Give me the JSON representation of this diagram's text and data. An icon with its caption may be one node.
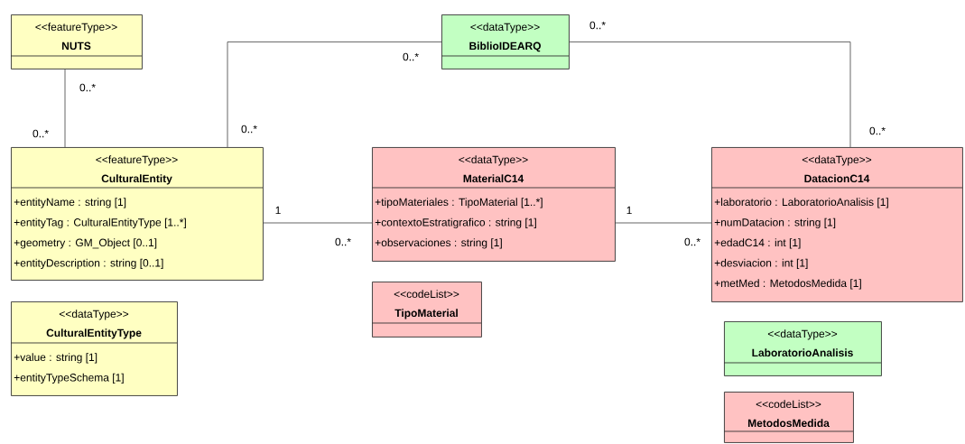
{
  "diagram": {
    "nodes": [
      {
        "text": [
          "<<featureType>>",
          "NUTS"
        ]
      },
      {
        "text": [
          "<<dataType>>",
          "BiblioIDEARQ"
        ]
      },
      {
        "text": [
          "<<featureType>>",
          "CulturalEntity",
          "+entityName : string [1]",
          "+entityTag : CulturalEntityType [1..*]",
          "+geometry : GM_Object [0..1]",
          "+entityDescription : string [0..1]"
        ]
      },
      {
        "text": [
          "<<dataType>>",
          "MaterialC14",
          "+tipoMateriales : TipoMaterial [1..*]",
          "+contextoEstratigrafico : string [1]",
          "+observaciones : string [1]"
        ]
      },
      {
        "text": [
          "<<dataType>>",
          "DatacionC14",
          "+laboratorio : LaboratorioAnalisis [1]",
          "+numDatacion : string [1]",
          "+edadC14 : int [1]",
          "+desviacion : int [1]",
          "+metMed : MetodosMedida [1]"
        ]
      },
      {
        "text": [
          "<<dataType>>",
          "CulturalEntityType",
          "+value : string [1]",
          "+entityTypeSchema [1]"
        ]
      },
      {
        "text": [
          "<<codeList>>",
          "TipoMaterial"
        ]
      },
      {
        "text": [
          "<<dataType>>",
          "LaboratorioAnalisis"
        ]
      },
      {
        "text": [
          "<<codeList>>",
          "MetodosMedida"
        ]
      }
    ],
    "edges": [
      {
        "from": 0,
        "to": 2,
        "arrow": "none"
      },
      {
        "from": 1,
        "to": 2,
        "arrow": "none"
      },
      {
        "from": 1,
        "to": 4,
        "arrow": "none"
      },
      {
        "from": 2,
        "to": 3,
        "arrow": "none"
      },
      {
        "from": 3,
        "to": 4,
        "arrow": "none"
      }
    ],
    "labels": [
      "0..*",
      "0..*",
      "0..*",
      "0..*",
      "0..*",
      "0..*",
      "1",
      "0..*",
      "1",
      "0..*"
    ]
  }
}
